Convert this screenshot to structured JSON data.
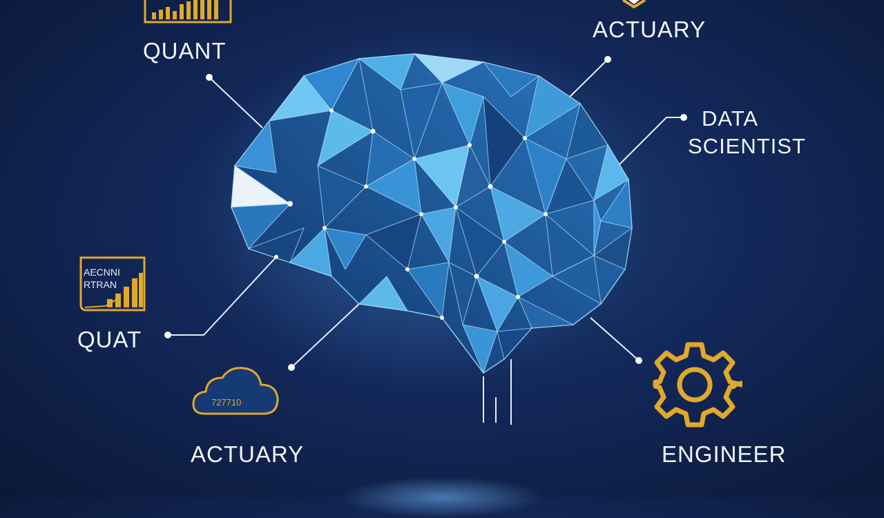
{
  "labels": {
    "quant_top": "QUANT",
    "actuary_top": "ACTUARY",
    "data_scientist": [
      "DATA",
      "SCIENTIST"
    ],
    "quat_left": "QUAT",
    "actuary_bottom": "ACTUARY",
    "engineer": "ENGINEER"
  },
  "icons": {
    "top_left": "bar-chart-icon",
    "top_right": "shield-icon",
    "left": "finance-chart-icon",
    "bottom_left": "cloud-icon",
    "bottom_right": "gear-icon",
    "center": "brain-network-icon"
  },
  "icon_text": {
    "finance_chart": [
      "AECNNI",
      "RTRAN"
    ],
    "cloud": "727710"
  },
  "colors": {
    "background": "#13285a",
    "accent_gold": "#e0a92a",
    "brain_blue": "#3f9fe0",
    "text": "#f2f4f8"
  }
}
